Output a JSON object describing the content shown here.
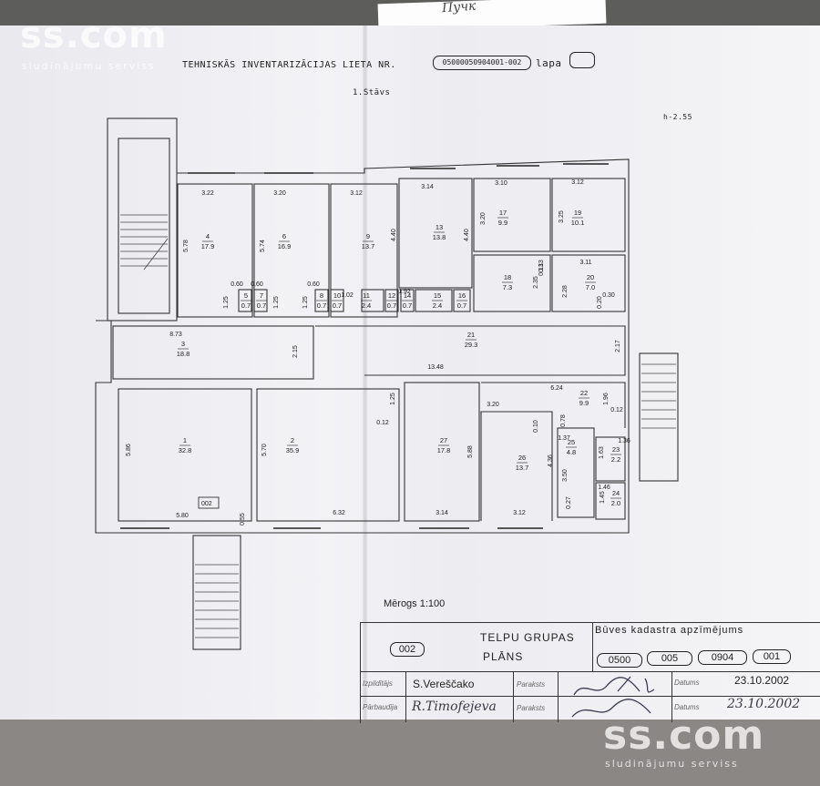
{
  "header": {
    "title": "TEHNISKĀS INVENTARIZĀCIJAS LIETA NR.",
    "case_number": "05000050904001-002",
    "lapa_label": "lapa",
    "floor": "1.Stāvs",
    "height": "h-2.55",
    "handwritten_note": "Пучк"
  },
  "rooms": [
    {
      "num": "1",
      "area": "32.8"
    },
    {
      "num": "2",
      "area": "35.9"
    },
    {
      "num": "3",
      "area": "18.8"
    },
    {
      "num": "4",
      "area": "17.9"
    },
    {
      "num": "5",
      "area": "0.7"
    },
    {
      "num": "6",
      "area": "16.9"
    },
    {
      "num": "7",
      "area": "0.7"
    },
    {
      "num": "8",
      "area": "0.7"
    },
    {
      "num": "9",
      "area": "13.7"
    },
    {
      "num": "10",
      "area": "0.7"
    },
    {
      "num": "11",
      "area": "2.4"
    },
    {
      "num": "12",
      "area": "0.7"
    },
    {
      "num": "13",
      "area": "13.8"
    },
    {
      "num": "14",
      "area": "0.7"
    },
    {
      "num": "15",
      "area": "2.4"
    },
    {
      "num": "16",
      "area": "0.7"
    },
    {
      "num": "17",
      "area": "9.9"
    },
    {
      "num": "18",
      "area": "7.3"
    },
    {
      "num": "19",
      "area": "10.1"
    },
    {
      "num": "20",
      "area": "7.0"
    },
    {
      "num": "21",
      "area": "29.3"
    },
    {
      "num": "22",
      "area": "9.9"
    },
    {
      "num": "23",
      "area": "2.2"
    },
    {
      "num": "24",
      "area": "2.0"
    },
    {
      "num": "25",
      "area": "4.8"
    },
    {
      "num": "26",
      "area": "13.7"
    },
    {
      "num": "27",
      "area": "17.8"
    }
  ],
  "dimensions": [
    "3.22",
    "3.20",
    "3.12",
    "3.14",
    "3.10",
    "3.12",
    "5.78",
    "5.74",
    "4.40",
    "4.40",
    "3.20",
    "3.25",
    "0.60",
    "0.60",
    "0.60",
    "1.25",
    "1.25",
    "1.25",
    "1.02",
    "1.92",
    "2.35",
    "2.28",
    "0.13",
    "3.11",
    "0.30",
    "0.20",
    "8.73",
    "2.15",
    "13.48",
    "2.17",
    "6.24",
    "3.20",
    "1.25",
    "0.12",
    "0.10",
    "0.78",
    "1.96",
    "0.12",
    "1.36",
    "1.37",
    "1.63",
    "5.86",
    "5.70",
    "5.88",
    "4.36",
    "3.50",
    "1.45",
    "1.46",
    "0.27",
    "5.80",
    "0.55",
    "6.32",
    "3.14",
    "3.12",
    "0.13"
  ],
  "room_group_tag": "002",
  "scale": "Mērogs 1:100",
  "title_block": {
    "group_code": "002",
    "title_line1": "TELPU GRUPAS",
    "title_line2": "PLĀNS",
    "cadastre_label": "Būves kadastra apzīmējums",
    "cadastre_codes": [
      "0500",
      "005",
      "0904",
      "001"
    ],
    "izpilditajs_label": "Izpildītājs",
    "izpilditajs_name": "S.Vereščako",
    "parbaudija_label": "Pārbaudīja",
    "parbaudija_name": "R.Timofejeva",
    "paraksts_label": "Paraksts",
    "datums_label": "Datums",
    "date1": "23.10.2002",
    "date2": "23.10.2002"
  },
  "watermark": {
    "brand": "ss.com",
    "tagline": "sludinājumu serviss"
  }
}
